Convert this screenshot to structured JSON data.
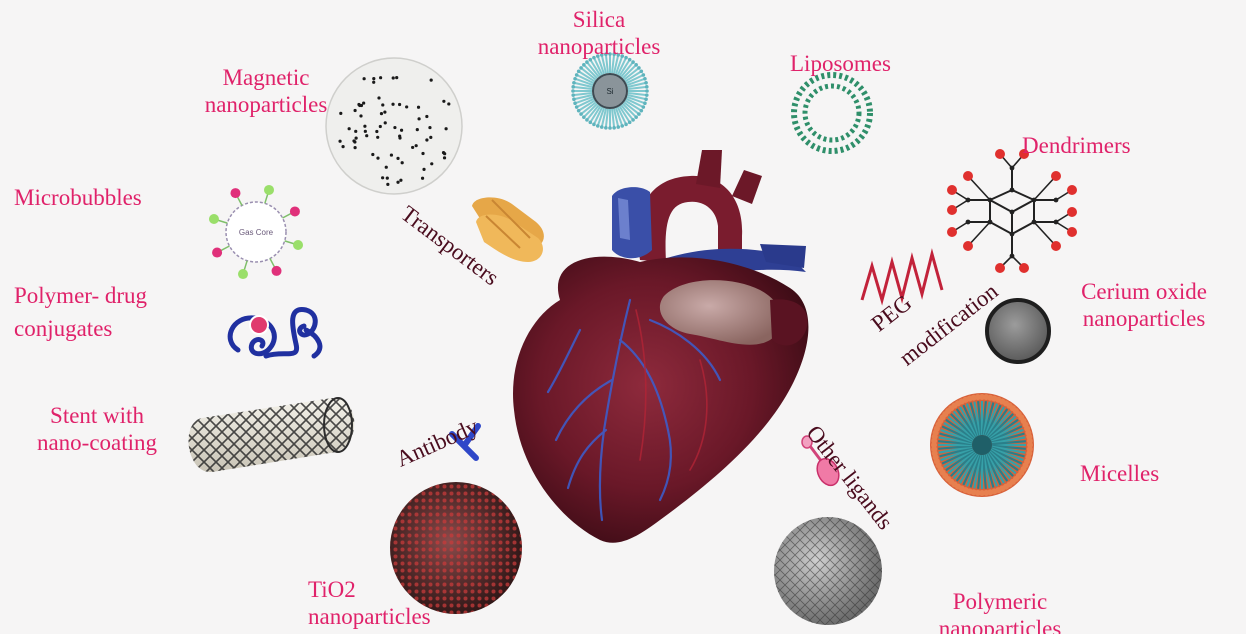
{
  "colors": {
    "label_pink": "#e0226a",
    "label_dark": "#4a0c1e",
    "background": "#f6f5f5",
    "heart": "#6e1a2b",
    "vessel_blue": "#3a4fa8",
    "antibody_blue": "#2f47c8"
  },
  "labels": {
    "silica": {
      "line1": "Silica",
      "line2": "nanoparticles"
    },
    "magnetic": {
      "line1": "Magnetic",
      "line2": "nanoparticles"
    },
    "liposomes": "Liposomes",
    "dendrimers": "Dendrimers",
    "microbubbles": "Microbubbles",
    "transporters": "Transporters",
    "polymer_drug": {
      "line1": "Polymer- drug",
      "line2": "conjugates"
    },
    "peg": {
      "line1": "PEG",
      "line2": "modification"
    },
    "cerium": {
      "line1": "Cerium oxide",
      "line2": "nanoparticles"
    },
    "stent": {
      "line1": "Stent with",
      "line2": "nano-coating"
    },
    "antibody": "Antibody",
    "other_ligands": "Other ligands",
    "micelles": "Micelles",
    "tio2": {
      "line1": "TiO2",
      "line2": "nanoparticles"
    },
    "polymeric": {
      "line1": "Polymeric",
      "line2": "nanoparticles"
    },
    "silica_core_mark": "Si",
    "microbubble_core_mark": "Gas Core"
  },
  "icons": [
    "heart-illustration",
    "silica-nanoparticle-icon",
    "magnetic-nanoparticle-icon",
    "liposome-icon",
    "dendrimer-icon",
    "microbubble-icon",
    "transporter-icon",
    "polymer-drug-conjugate-icon",
    "peg-chain-icon",
    "cerium-oxide-particle-icon",
    "stent-icon",
    "antibody-icon",
    "ligand-icon",
    "micelle-icon",
    "tio2-nanoparticle-icon",
    "polymeric-nanoparticle-icon"
  ]
}
